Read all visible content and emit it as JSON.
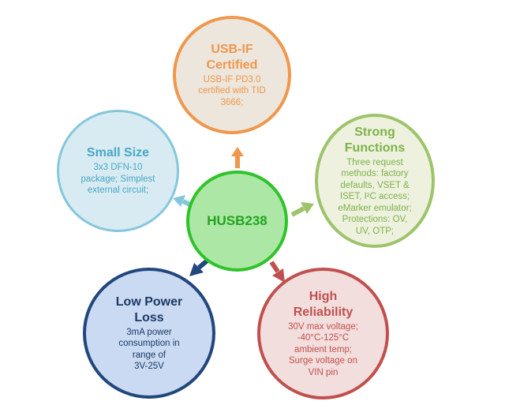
{
  "center": {
    "label": "HUSB238"
  },
  "nodes": {
    "top": {
      "title": [
        "USB-IF",
        "Certified"
      ],
      "desc": [
        "USB-IF PD3.0",
        "certified with TID",
        "3666;"
      ]
    },
    "left": {
      "title": [
        "Small Size"
      ],
      "desc": [
        "3x3 DFN-10",
        "package; Simplest",
        "external circuit;"
      ]
    },
    "right": {
      "title": [
        "Strong",
        "Functions"
      ],
      "desc": [
        "Three request",
        "methods: factory",
        "defaults, VSET &",
        "ISET, I²C access;",
        "eMarker emulator;",
        "Protections: OV,",
        "UV, OTP;"
      ]
    },
    "bottom_left": {
      "title": [
        "Low Power",
        "Loss"
      ],
      "desc": [
        "3mA power",
        "consumption in",
        "range of",
        "3V-25V"
      ]
    },
    "bottom_right": {
      "title": [
        "High",
        "Reliability"
      ],
      "desc": [
        "30V max voltage;",
        "-40°C-125°C",
        "ambient temp;",
        "Surge voltage on",
        "VIN pin"
      ]
    }
  },
  "colors": {
    "top": "#f0974d",
    "left": "#84c7dc",
    "right": "#9dc46a",
    "bottom_left": "#21477c",
    "bottom_right": "#c0504d",
    "center": "#2fc32a"
  }
}
